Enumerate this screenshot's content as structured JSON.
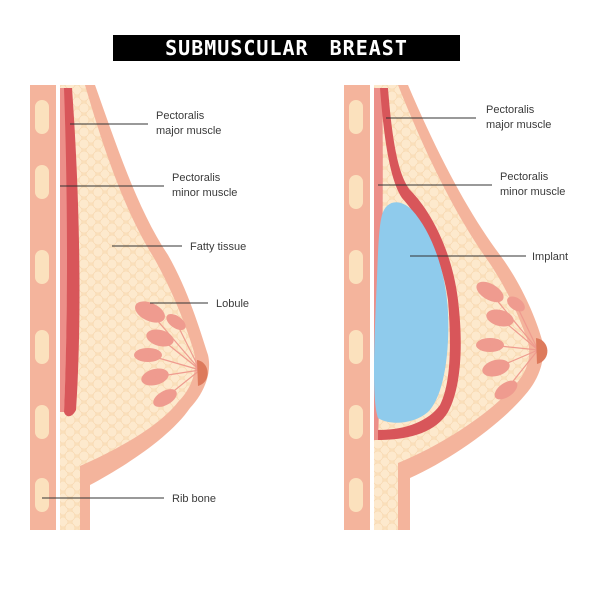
{
  "title": "SUBMUSCULAR BREAST IMPLANT",
  "left_diagram": {
    "labels": {
      "pectoralis_major": [
        "Pectoralis",
        "major muscle"
      ],
      "pectoralis_minor": [
        "Pectoralis",
        "minor muscle"
      ],
      "fatty_tissue": "Fatty tissue",
      "lobule": "Lobule",
      "rib_bone": "Rib bone"
    }
  },
  "right_diagram": {
    "labels": {
      "pectoralis_major": [
        "Pectoralis",
        "major muscle"
      ],
      "pectoralis_minor": [
        "Pectoralis",
        "minor muscle"
      ],
      "implant": "Implant"
    }
  },
  "colors": {
    "skin": "#f4b49c",
    "fat": "#fbe1bd",
    "muscle_dark": "#d8565a",
    "muscle_light": "#ec8f89",
    "lobule": "#ef9b8f",
    "implant": "#8fcbec",
    "rib": "#fbe1bd",
    "nipple": "#dd7a5c"
  }
}
